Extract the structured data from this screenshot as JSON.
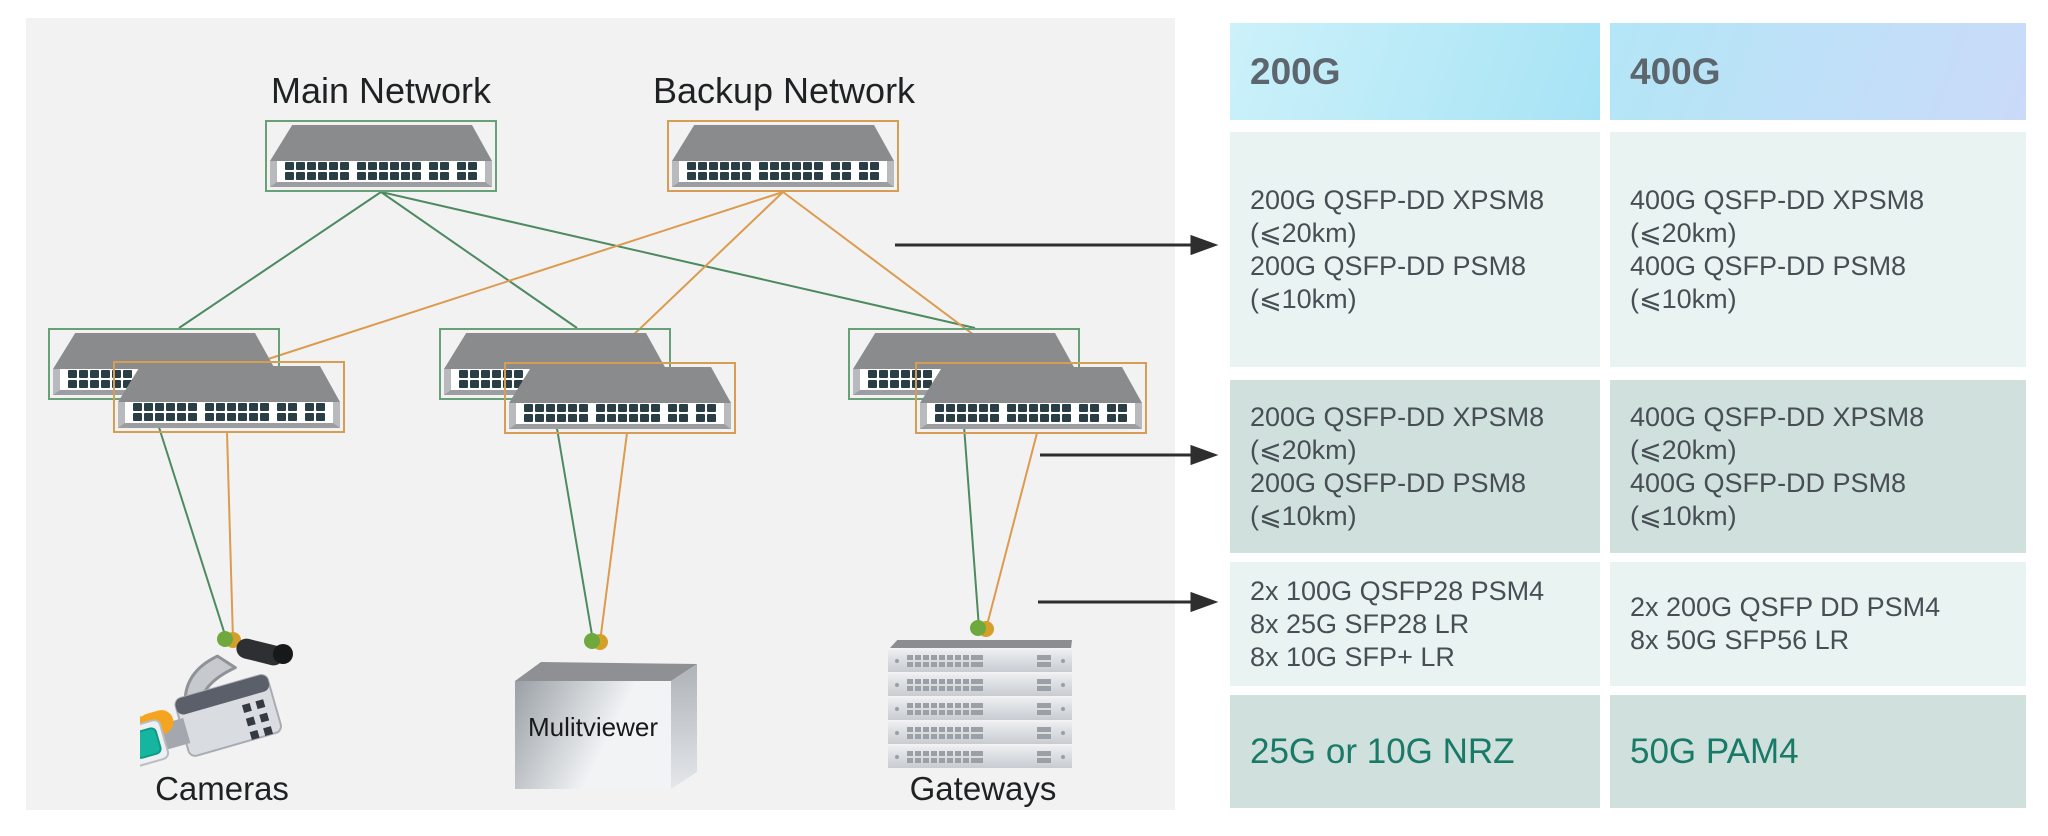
{
  "diagram": {
    "labels": {
      "main_network": "Main Network",
      "backup_network": "Backup Network",
      "cameras": "Cameras",
      "multiviewer": "Mulitviewer",
      "gateways": "Gateways"
    },
    "colors": {
      "main_line": "#4d8a5f",
      "backup_line": "#dc9b4e",
      "main_switch_border": "#68a077",
      "backup_switch_border": "#d89d55",
      "main_dot": "#6fa83c",
      "backup_dot": "#d4a02a",
      "arrow": "#2e2e2e",
      "panel_background": "#f2f2f3"
    }
  },
  "table": {
    "colors": {
      "header_200g_background": "#b9eaf7",
      "header_400g_background": "#bfe0f7",
      "row_light_background": "#e9f4f2",
      "row_dark_background": "#cfe0dd",
      "header_text": "#5d666d",
      "body_text": "#474f54",
      "highlight_text": "#1a7a68"
    },
    "columns": [
      {
        "header": "200G",
        "rows": [
          {
            "lines": [
              "200G QSFP-DD XPSM8",
              "(⩽20km)",
              "200G QSFP-DD PSM8",
              "(⩽10km)"
            ]
          },
          {
            "lines": [
              "200G QSFP-DD XPSM8",
              "(⩽20km)",
              "200G QSFP-DD PSM8",
              "(⩽10km)"
            ]
          },
          {
            "lines": [
              "2x 100G QSFP28 PSM4",
              "8x 25G SFP28 LR",
              "8x 10G SFP+ LR"
            ]
          },
          {
            "lines": [
              "25G or 10G NRZ"
            ]
          }
        ]
      },
      {
        "header": "400G",
        "rows": [
          {
            "lines": [
              "400G QSFP-DD XPSM8",
              "(⩽20km)",
              "400G QSFP-DD PSM8",
              "(⩽10km)"
            ]
          },
          {
            "lines": [
              "400G QSFP-DD XPSM8",
              "(⩽20km)",
              "400G QSFP-DD PSM8",
              "(⩽10km)"
            ]
          },
          {
            "lines": [
              "2x 200G QSFP DD PSM4",
              "8x 50G SFP56 LR"
            ]
          },
          {
            "lines": [
              "50G PAM4"
            ]
          }
        ]
      }
    ]
  }
}
